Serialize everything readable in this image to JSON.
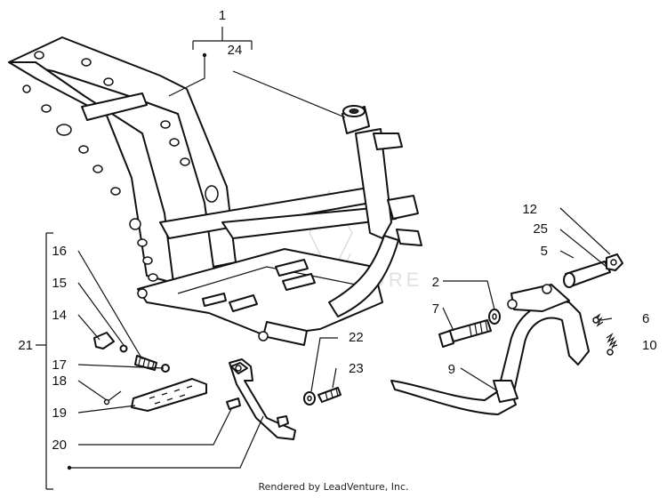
{
  "callouts": {
    "c1": "1",
    "c24": "24",
    "c2": "2",
    "c7": "7",
    "c12": "12",
    "c25": "25",
    "c5": "5",
    "c6": "6",
    "c10": "10",
    "c9": "9",
    "c16": "16",
    "c15": "15",
    "c14": "14",
    "c21": "21",
    "c17": "17",
    "c18": "18",
    "c19": "19",
    "c20": "20",
    "c22": "22",
    "c23": "23"
  },
  "credit": "Rendered by LeadVenture, Inc.",
  "watermark": "LEADVENTURE",
  "colors": {
    "line": "#111111",
    "background": "#ffffff",
    "watermark": "#bdbdbd"
  }
}
